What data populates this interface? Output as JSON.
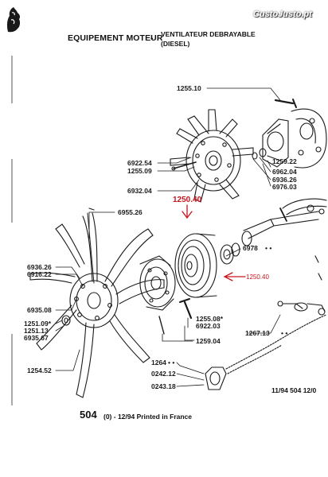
{
  "header": {
    "title": "EQUIPEMENT MOTEUR",
    "dash": "-",
    "subtitle_line1": "VENTILATEUR DEBRAYABLE",
    "subtitle_line2": "(DIESEL)"
  },
  "watermark": "CustoJusto.pt",
  "colors": {
    "ink": "#1a1a1a",
    "highlight": "#c8141e",
    "paper": "#ffffff"
  },
  "labels_top": {
    "l1255_10": "1255.10",
    "l6922_54": "6922.54",
    "l1255_09": "1255.09",
    "l6932_04": "6932.04",
    "l1259_22": "1259.22",
    "l6962_04": "6962.04",
    "l6936_26": "6936.26",
    "l6976_03": "6976.03"
  },
  "labels_bottom": {
    "l1250_40_top": "1250.40",
    "l6955_26": "6955.26",
    "l6936_26": "6936.26",
    "l6916_22": "6916.22",
    "l6935_08": "6935.08",
    "l1251_09": "1251.09*",
    "l1251_13": "1251.13",
    "l6935_67": "6935.67",
    "l1254_52": "1254.52",
    "l6978": "6978",
    "l1250_40_side": "1250.40",
    "l1255_08": "1255.08*",
    "l6922_03": "6922.03",
    "l1259_04": "1259.04",
    "l1267_13": "1267.13",
    "l1264": "1264",
    "l0242_12": "0242.12",
    "l0243_18": "0243.18"
  },
  "footer": {
    "model": "504",
    "rest": "(0) - 12/94 Printed in France",
    "right": "11/94  504  12/0"
  }
}
